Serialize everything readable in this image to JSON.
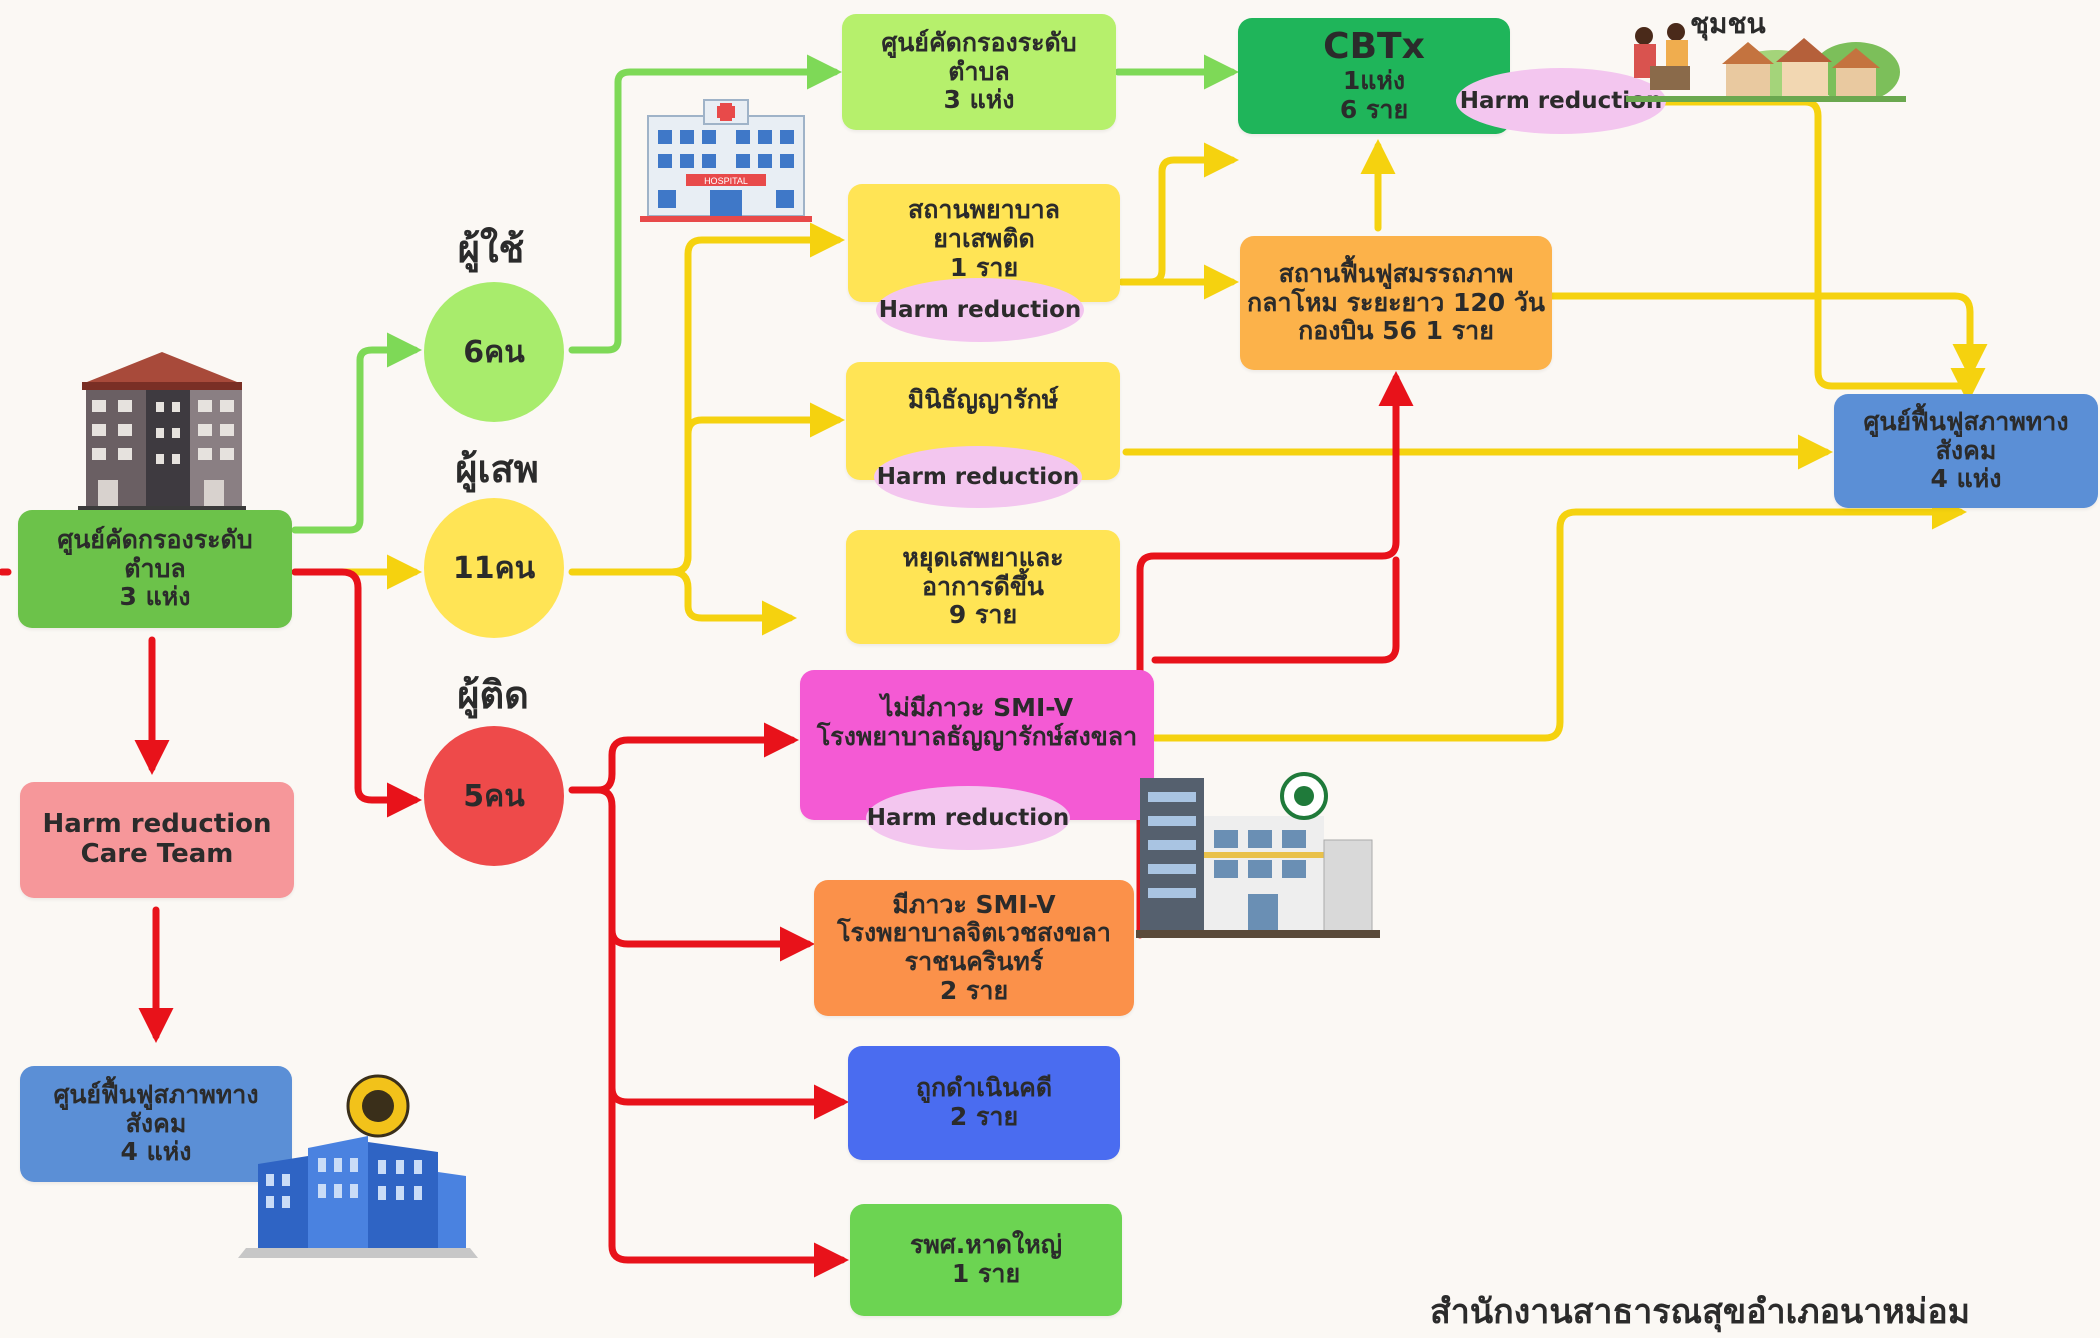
{
  "source_box": {
    "lines": [
      "ศูนย์คัดกรองระดับ",
      "ตำบล",
      "3 แห่ง"
    ],
    "color": "#6cc24a"
  },
  "harm_team": {
    "lines": [
      "Harm reduction",
      "Care Team"
    ],
    "color": "#f6979a"
  },
  "rehab_left": {
    "lines": [
      "ศูนย์ฟื้นฟูสภาพทาง",
      "สังคม",
      "4 แห่ง"
    ],
    "color": "#5b8fd6"
  },
  "categories": {
    "user": {
      "label": "ผู้ใช้",
      "count": "6คน",
      "color": "#a8ec6c"
    },
    "abuser": {
      "label": "ผู้เสพ",
      "count": "11คน",
      "color": "#ffe455"
    },
    "addict": {
      "label": "ผู้ติด",
      "count": "5คน",
      "color": "#ee4a4a"
    }
  },
  "outcomes": {
    "screening_sub": {
      "lines": [
        "ศูนย์คัดกรองระดับ",
        "ตำบล",
        "3 แห่ง"
      ],
      "color": "#b6f06c"
    },
    "drug_hospital": {
      "lines": [
        "สถานพยาบาล",
        "ยาเสพติด",
        "1 ราย"
      ],
      "color": "#ffe455"
    },
    "mini_thanya": {
      "lines": [
        "มินิธัญญารักษ์"
      ],
      "color": "#ffe455"
    },
    "stopped": {
      "lines": [
        "หยุดเสพยาและ",
        "อาการดีขึ้น",
        "9 ราย"
      ],
      "color": "#ffe455"
    },
    "no_smiv": {
      "lines": [
        "ไม่มีภาวะ SMI-V",
        "โรงพยาบาลธัญญารักษ์สงขลา"
      ],
      "color": "#f45ad4"
    },
    "smiv": {
      "lines": [
        "มีภาวะ SMI-V",
        "โรงพยาบาลจิตเวชสงขลา",
        "ราชนครินทร์",
        "2 ราย"
      ],
      "color": "#fb914a"
    },
    "prosecuted": {
      "lines": [
        "ถูกดำเนินคดี",
        "2 ราย"
      ],
      "color": "#4a6cf0"
    },
    "hatyai_hosp": {
      "lines": [
        "รพศ.หาดใหญ่",
        "1 ราย"
      ],
      "color": "#6cd452"
    },
    "cbtx": {
      "title": "CBTx",
      "lines": [
        "1แห่ง",
        "6 ราย"
      ],
      "color": "#1fb55a"
    },
    "rehab_center": {
      "lines": [
        "สถานฟื้นฟูสมรรถภาพ",
        "กลาโหม ระยะยาว 120 วัน",
        "กองบิน 56 1 ราย"
      ],
      "color": "#fcb24a"
    },
    "rehab_right": {
      "lines": [
        "ศูนย์ฟื้นฟูสภาพทาง",
        "สังคม",
        "4 แห่ง"
      ],
      "color": "#5b8fd6"
    }
  },
  "harm_reduction_label": "Harm reduction",
  "community_label": "ชุมชน",
  "hospital_sign": "HOSPITAL",
  "footer": "สำนักงานสาธารณสุขอำเภอนาหม่อม",
  "flow_colors": {
    "green": "#7ed957",
    "yellow": "#f5d20f",
    "red": "#e8121a"
  }
}
